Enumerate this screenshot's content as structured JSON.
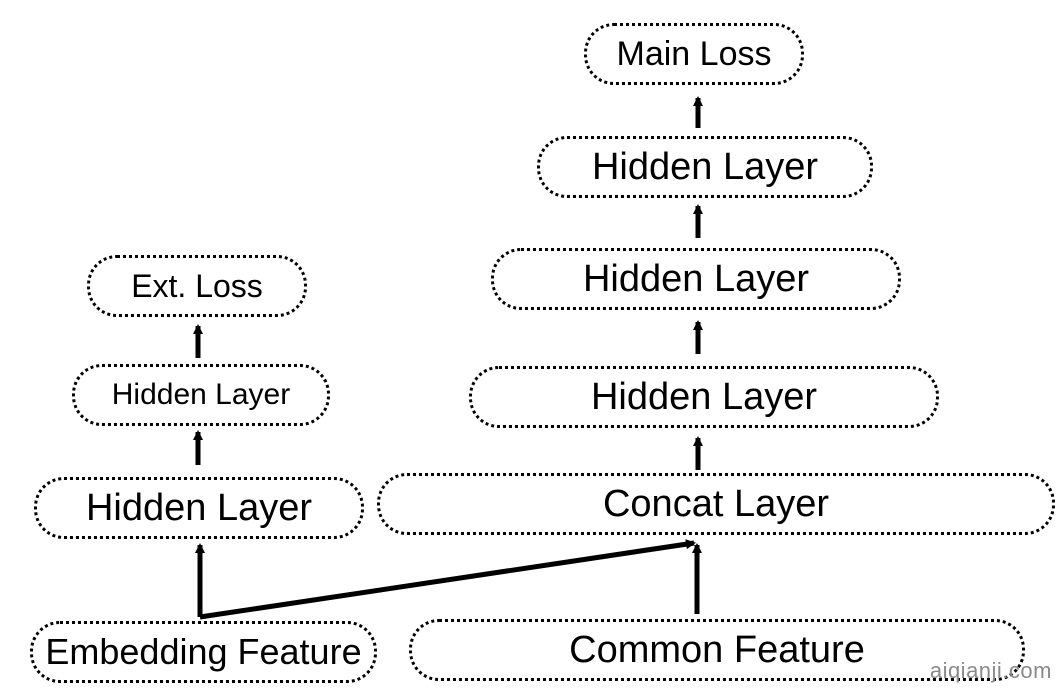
{
  "diagram": {
    "nodes": {
      "main_loss": "Main Loss",
      "right_hidden_top": "Hidden Layer",
      "right_hidden_mid": "Hidden Layer",
      "right_hidden_low": "Hidden Layer",
      "concat_layer": "Concat Layer",
      "common_feature": "Common Feature",
      "ext_loss": "Ext. Loss",
      "left_hidden_top": "Hidden Layer",
      "left_hidden_low": "Hidden Layer",
      "embedding_feature": "Embedding Feature"
    },
    "edges": [
      {
        "from": "embedding_feature",
        "to": "left_hidden_low"
      },
      {
        "from": "embedding_feature",
        "to": "concat_layer"
      },
      {
        "from": "common_feature",
        "to": "concat_layer"
      },
      {
        "from": "concat_layer",
        "to": "right_hidden_low"
      },
      {
        "from": "right_hidden_low",
        "to": "right_hidden_mid"
      },
      {
        "from": "right_hidden_mid",
        "to": "right_hidden_top"
      },
      {
        "from": "right_hidden_top",
        "to": "main_loss"
      },
      {
        "from": "left_hidden_low",
        "to": "left_hidden_top"
      },
      {
        "from": "left_hidden_top",
        "to": "ext_loss"
      }
    ]
  },
  "watermark": "aiqianji.com"
}
